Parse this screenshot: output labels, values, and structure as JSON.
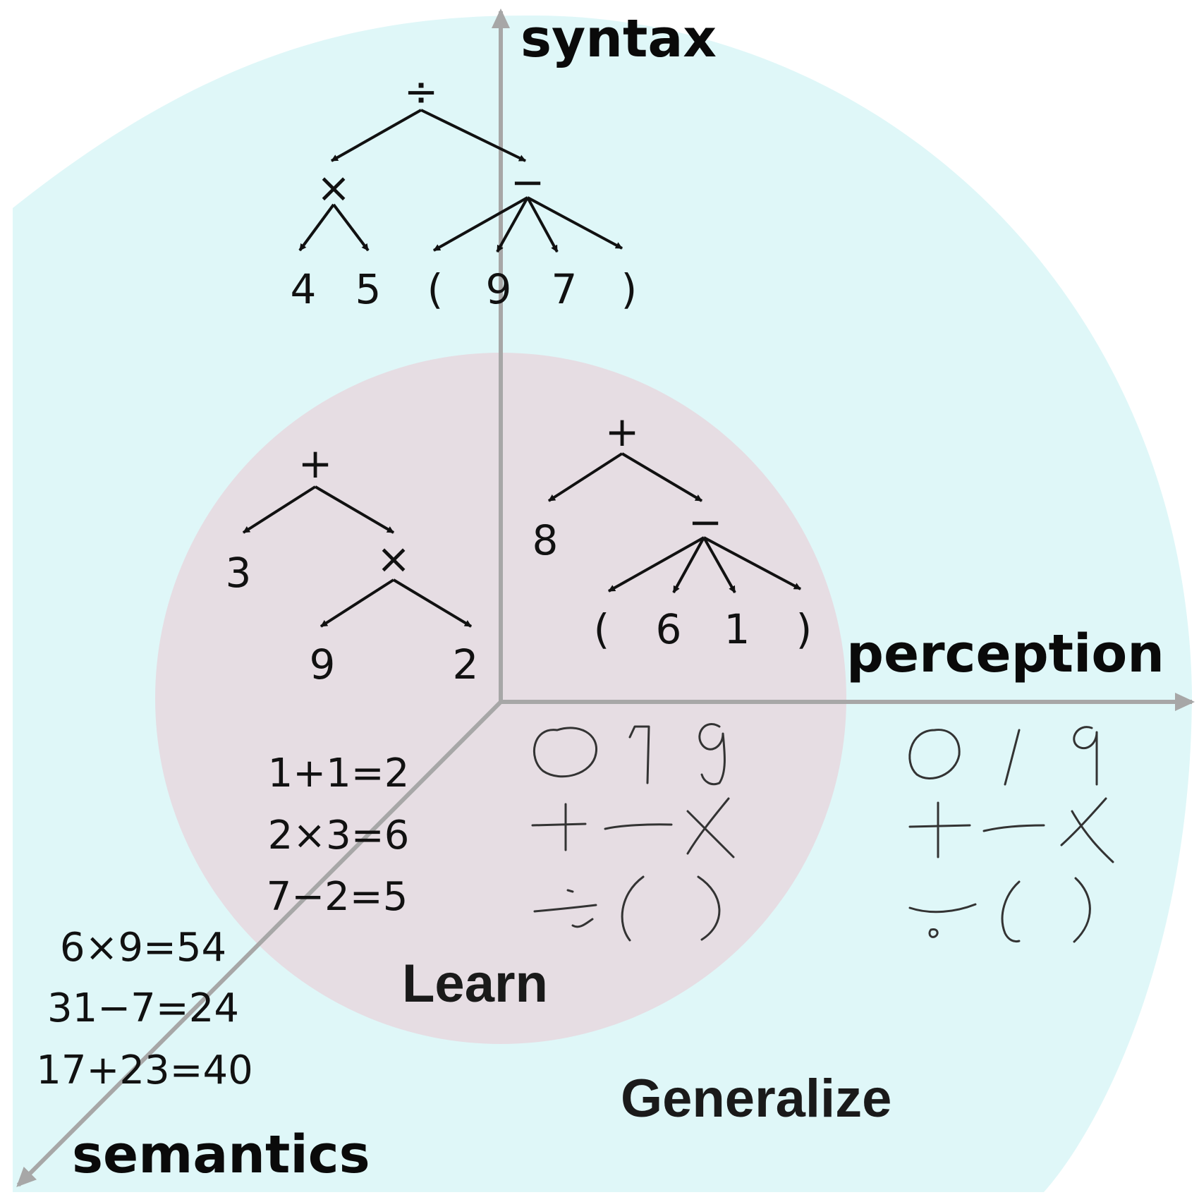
{
  "colors": {
    "generalize_region": "#dff7f8",
    "learn_region": "#e6dde3",
    "axis": "#a7a7a7",
    "ink": "#111111"
  },
  "axes": {
    "syntax": "syntax",
    "perception": "perception",
    "semantics": "semantics"
  },
  "regions": {
    "learn": "Learn",
    "generalize": "Generalize"
  },
  "trees": {
    "syntax_tree": {
      "root": "÷",
      "left_op": "×",
      "right_op": "−",
      "leaves": [
        "4",
        "5",
        "(",
        "9",
        "7",
        ")"
      ]
    },
    "learn_tree": {
      "root": "+",
      "left_leaf": "3",
      "sub_op": "×",
      "leaves": [
        "9",
        "2"
      ]
    },
    "learn_tree_2": {
      "root": "+",
      "left_leaf": "8",
      "sub_op": "−",
      "leaves": [
        "(",
        "6",
        "1",
        ")"
      ]
    }
  },
  "equations": {
    "learn": [
      "1+1=2",
      "2×3=6",
      "7−2=5"
    ],
    "generalize": [
      "6×9=54",
      "31−7=24",
      "17+23=40"
    ]
  },
  "handwritten_symbols": [
    "0",
    "1",
    "9",
    "+",
    "−",
    "×",
    "÷",
    "(",
    ")"
  ]
}
